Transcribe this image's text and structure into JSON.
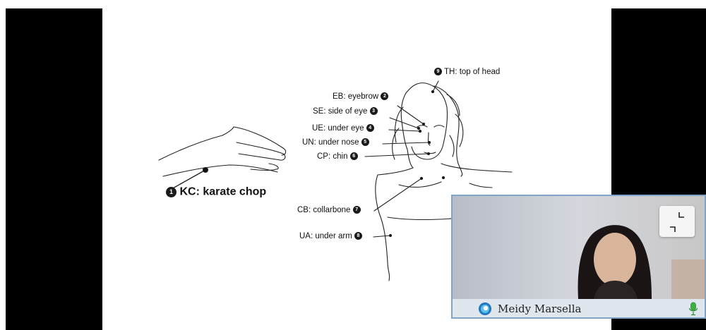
{
  "slide": {
    "points": [
      {
        "num": "9",
        "text": "TH: top of head"
      },
      {
        "num": "2",
        "text": "EB: eyebrow"
      },
      {
        "num": "3",
        "text": "SE: side of eye"
      },
      {
        "num": "4",
        "text": "UE: under eye"
      },
      {
        "num": "5",
        "text": "UN: under nose"
      },
      {
        "num": "6",
        "text": "CP: chin"
      },
      {
        "num": "1",
        "text": "KC: karate chop"
      },
      {
        "num": "7",
        "text": "CB: collarbone"
      },
      {
        "num": "8",
        "text": "UA: under arm"
      }
    ]
  },
  "video": {
    "participant_name": "Meidy Marsella",
    "mic_status": "on",
    "accent_color": "#7fa6c8",
    "mic_color": "#3cb043"
  }
}
